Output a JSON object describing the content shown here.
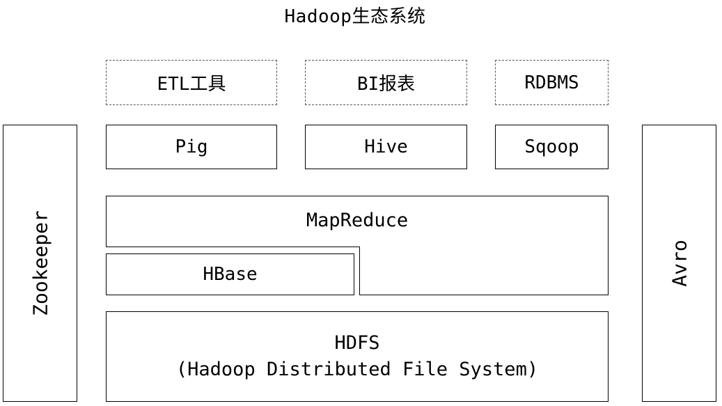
{
  "title": "Hadoop生态系统",
  "top_row": {
    "etl": "ETL工具",
    "bi": "BI报表",
    "rdbms": "RDBMS"
  },
  "tools_row": {
    "pig": "Pig",
    "hive": "Hive",
    "sqoop": "Sqoop"
  },
  "mapreduce": "MapReduce",
  "hbase": "HBase",
  "hdfs": {
    "name": "HDFS",
    "full_name": "(Hadoop Distributed File System)"
  },
  "side": {
    "left": "Zookeeper",
    "right": "Avro"
  }
}
